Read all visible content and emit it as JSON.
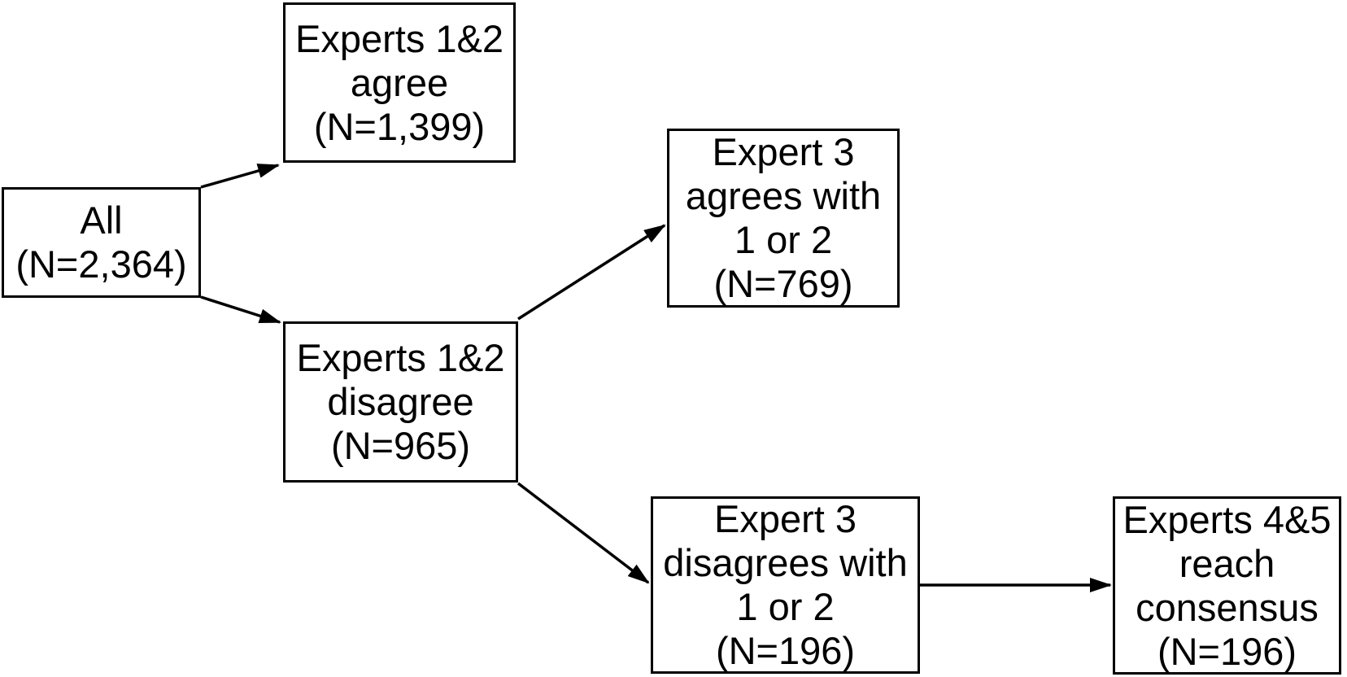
{
  "diagram": {
    "title": "Expert review consensus flowchart",
    "background_color": "#ffffff",
    "line_color": "#000000",
    "nodes": [
      {
        "id": "all",
        "lines": [
          "All",
          "(N=2,364)"
        ]
      },
      {
        "id": "agree12",
        "lines": [
          "Experts 1&2",
          "agree",
          "(N=1,399)"
        ]
      },
      {
        "id": "disagree12",
        "lines": [
          "Experts 1&2",
          "disagree",
          "(N=965)"
        ]
      },
      {
        "id": "agree3",
        "lines": [
          "Expert 3",
          "agrees with",
          "1 or 2",
          "(N=769)"
        ]
      },
      {
        "id": "disagree3",
        "lines": [
          "Expert 3",
          "disagrees with",
          "1 or 2",
          "(N=196)"
        ]
      },
      {
        "id": "consensus45",
        "lines": [
          "Experts 4&5",
          "reach",
          "consensus",
          "(N=196)"
        ]
      }
    ],
    "edges": [
      {
        "from": "all",
        "to": "agree12"
      },
      {
        "from": "all",
        "to": "disagree12"
      },
      {
        "from": "disagree12",
        "to": "agree3"
      },
      {
        "from": "disagree12",
        "to": "disagree3"
      },
      {
        "from": "disagree3",
        "to": "consensus45"
      }
    ]
  }
}
